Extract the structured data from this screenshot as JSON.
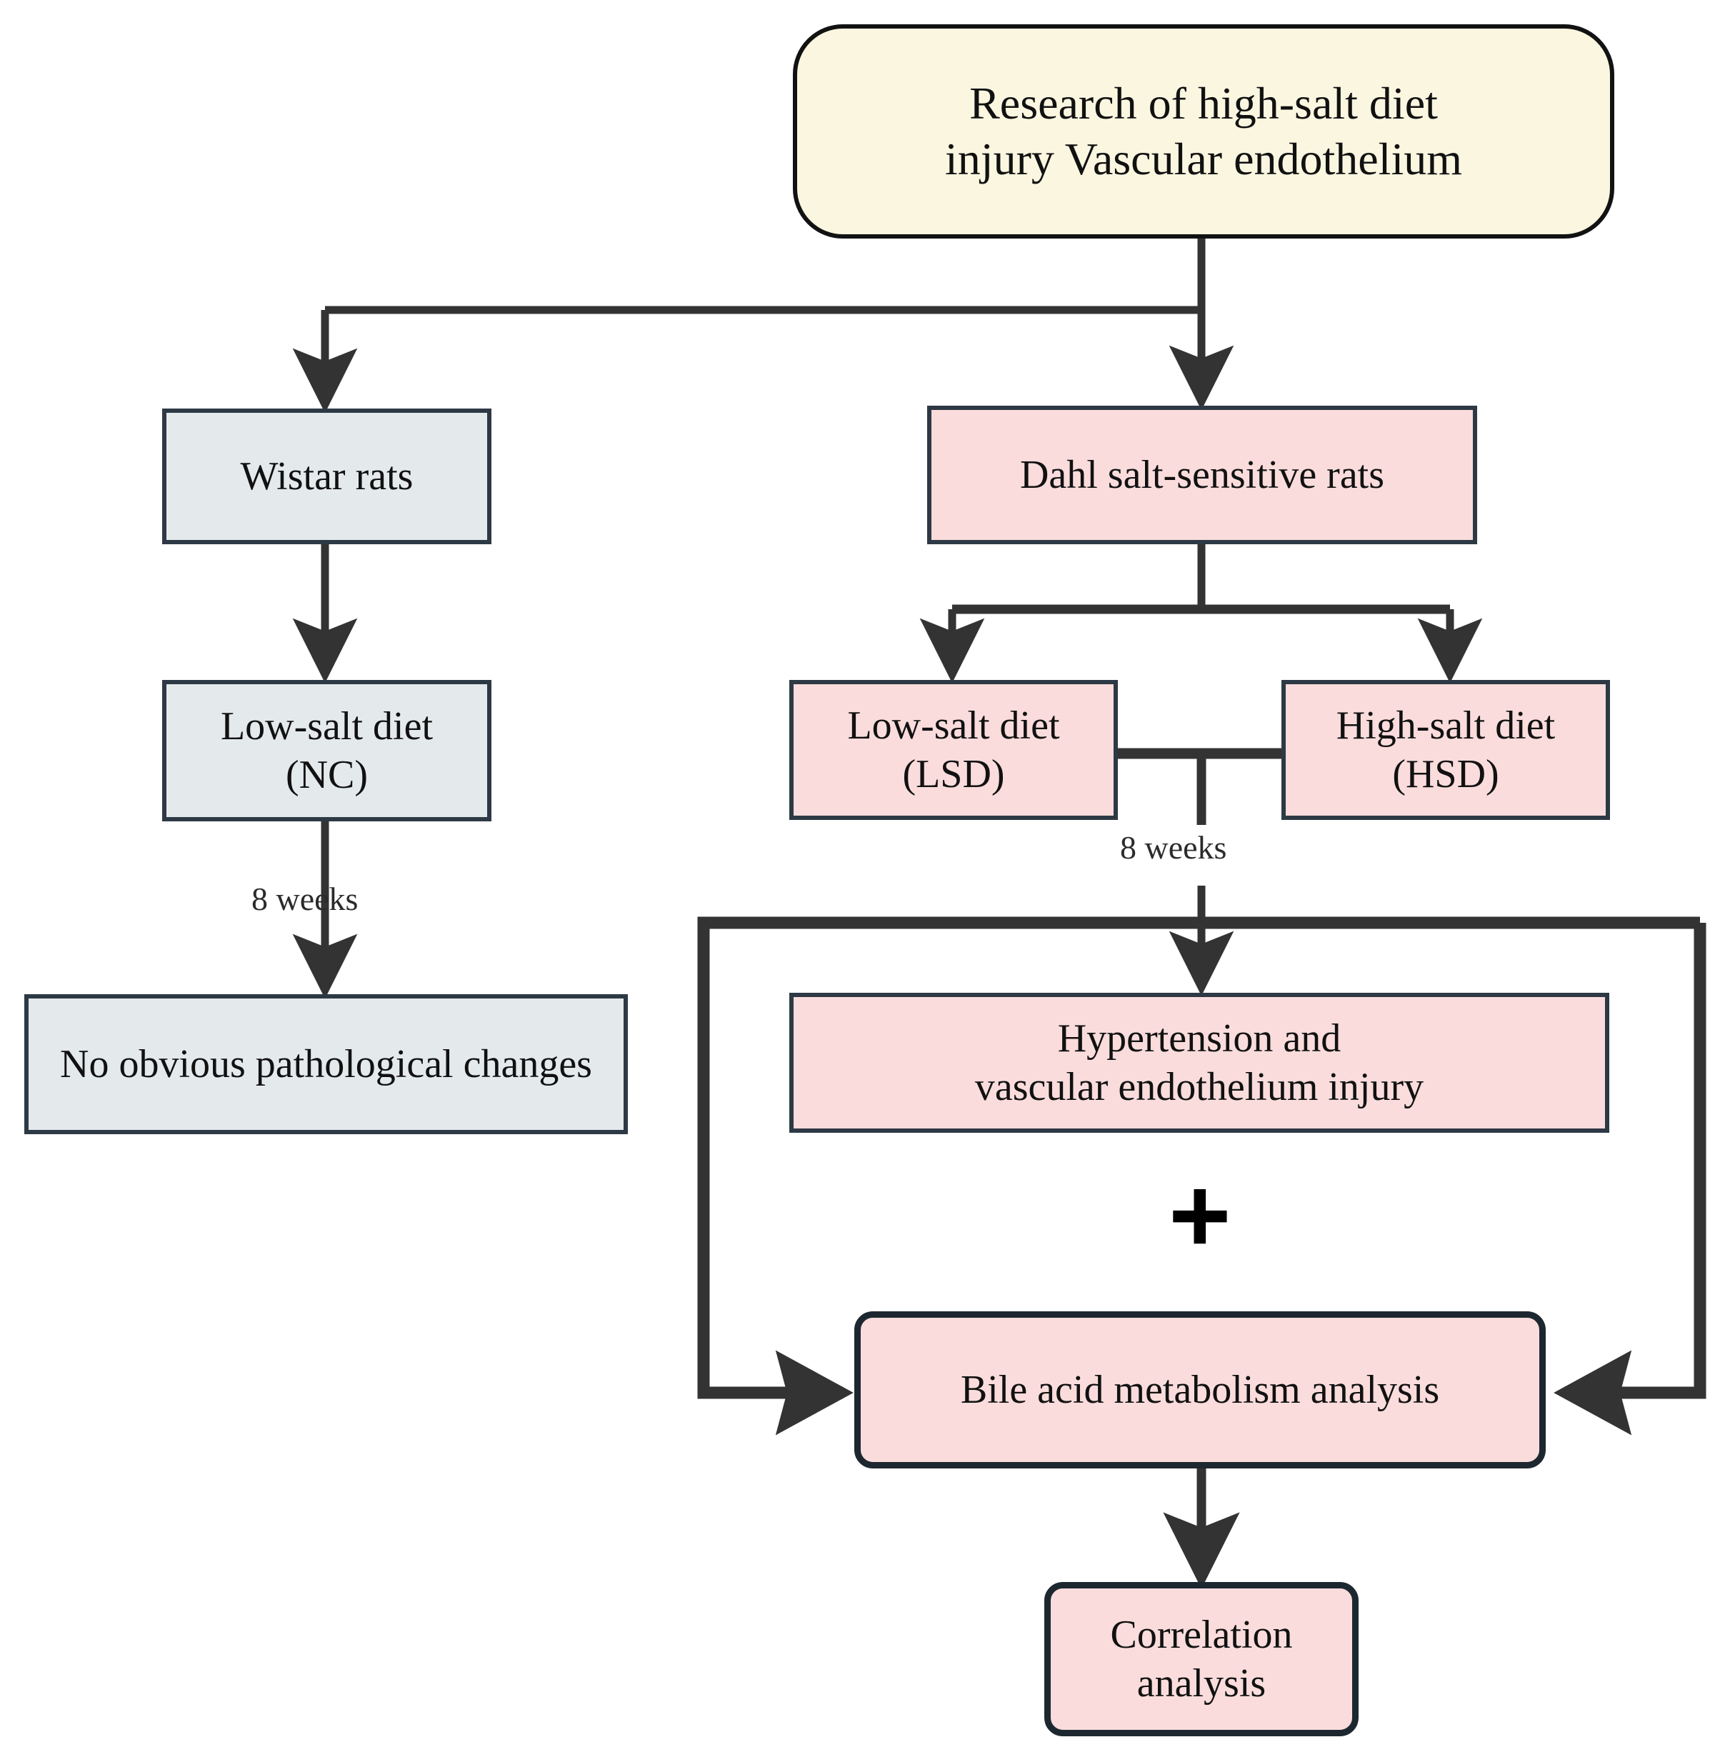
{
  "diagram": {
    "title_box": {
      "label": "Research of high-salt diet\ninjury Vascular endothelium",
      "fill": "#faf6e0",
      "stroke": "#121212"
    },
    "nodes": [
      {
        "id": "wistar-rats",
        "label": "Wistar rats",
        "group": "control",
        "fill": "#e4e9ec",
        "stroke": "#2d3944"
      },
      {
        "id": "low-salt-diet-nc",
        "label": "Low-salt diet\n(NC)",
        "group": "control",
        "fill": "#e4e9ec",
        "stroke": "#2d3944"
      },
      {
        "id": "no-obvious-pathological-changes",
        "label": "No obvious pathological changes",
        "group": "control",
        "fill": "#e4e9ec",
        "stroke": "#2d3944"
      },
      {
        "id": "dahl-salt-sensitive-rats",
        "label": "Dahl salt-sensitive rats",
        "group": "experimental",
        "fill": "#fadcdc",
        "stroke": "#2d3944"
      },
      {
        "id": "low-salt-diet-lsd",
        "label": "Low-salt diet\n(LSD)",
        "group": "experimental",
        "fill": "#fadcdc",
        "stroke": "#2d3944"
      },
      {
        "id": "high-salt-diet-hsd",
        "label": "High-salt diet\n(HSD)",
        "group": "experimental",
        "fill": "#fadcdc",
        "stroke": "#2d3944"
      },
      {
        "id": "hypertension-and-vascular-endothelium-injury",
        "label": "Hypertension and\nvascular endothelium injury",
        "group": "experimental",
        "fill": "#fadcdc",
        "stroke": "#2d3944"
      },
      {
        "id": "bile-acid-metabolism-analysis",
        "label": "Bile acid metabolism  analysis",
        "group": "experimental",
        "fill": "#fadcdc",
        "stroke": "#1d2730"
      },
      {
        "id": "correlation-analysis",
        "label": "Correlation\nanalysis",
        "group": "experimental",
        "fill": "#fadcdc",
        "stroke": "#1d2730"
      }
    ],
    "edge_labels": [
      {
        "id": "weeks-control",
        "label": "8 weeks"
      },
      {
        "id": "weeks-experimental",
        "label": "8 weeks"
      }
    ],
    "operators": [
      {
        "id": "combine-plus",
        "symbol": "+"
      }
    ],
    "colors": {
      "background": "#ffffff",
      "connector": "#333333",
      "text": "#111111"
    }
  }
}
